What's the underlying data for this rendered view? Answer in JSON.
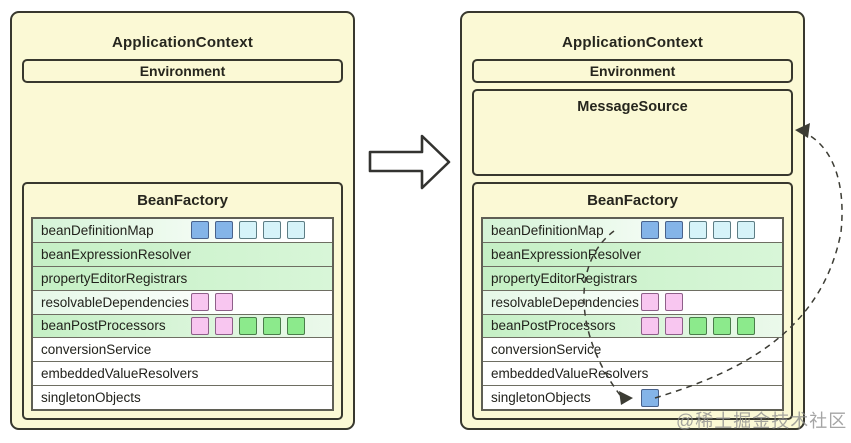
{
  "watermark": "@稀土掘金技术社区",
  "left_panel": {
    "title": "ApplicationContext",
    "environment": "Environment",
    "bean_factory": {
      "title": "BeanFactory",
      "rows": [
        {
          "label": "beanDefinitionMap",
          "bg": "fade-green",
          "squares": [
            "blue",
            "blue",
            "cyan",
            "cyan",
            "cyan"
          ]
        },
        {
          "label": "beanExpressionResolver",
          "bg": "green",
          "squares": []
        },
        {
          "label": "propertyEditorRegistrars",
          "bg": "green",
          "squares": []
        },
        {
          "label": "resolvableDependencies",
          "bg": "fade-pale",
          "squares": [
            "pink",
            "pink"
          ]
        },
        {
          "label": "beanPostProcessors",
          "bg": "green-fade",
          "squares": [
            "pink",
            "pink",
            "green",
            "green",
            "green"
          ]
        },
        {
          "label": "conversionService",
          "bg": "white",
          "squares": []
        },
        {
          "label": "embeddedValueResolvers",
          "bg": "white",
          "squares": []
        },
        {
          "label": "singletonObjects",
          "bg": "white",
          "squares": []
        }
      ]
    }
  },
  "right_panel": {
    "title": "ApplicationContext",
    "environment": "Environment",
    "message_source": "MessageSource",
    "bean_factory": {
      "title": "BeanFactory",
      "rows": [
        {
          "label": "beanDefinitionMap",
          "bg": "fade-green",
          "squares": [
            "blue",
            "blue",
            "cyan",
            "cyan",
            "cyan"
          ]
        },
        {
          "label": "beanExpressionResolver",
          "bg": "green",
          "squares": []
        },
        {
          "label": "propertyEditorRegistrars",
          "bg": "green",
          "squares": []
        },
        {
          "label": "resolvableDependencies",
          "bg": "fade-pale",
          "squares": [
            "pink",
            "pink"
          ]
        },
        {
          "label": "beanPostProcessors",
          "bg": "green-fade",
          "squares": [
            "pink",
            "pink",
            "green",
            "green",
            "green"
          ]
        },
        {
          "label": "conversionService",
          "bg": "white",
          "squares": []
        },
        {
          "label": "embeddedValueResolvers",
          "bg": "white",
          "squares": []
        },
        {
          "label": "singletonObjects",
          "bg": "white",
          "squares": [
            "blue"
          ]
        }
      ]
    }
  },
  "colors": {
    "panel_fill": "#fbf9d5",
    "panel_border": "#38382e",
    "row_green": "#c5f0c5",
    "square_blue": "#84b4e8",
    "square_cyan": "#d6f3f9",
    "square_pink": "#f8c6f0",
    "square_green": "#8cea8c"
  }
}
